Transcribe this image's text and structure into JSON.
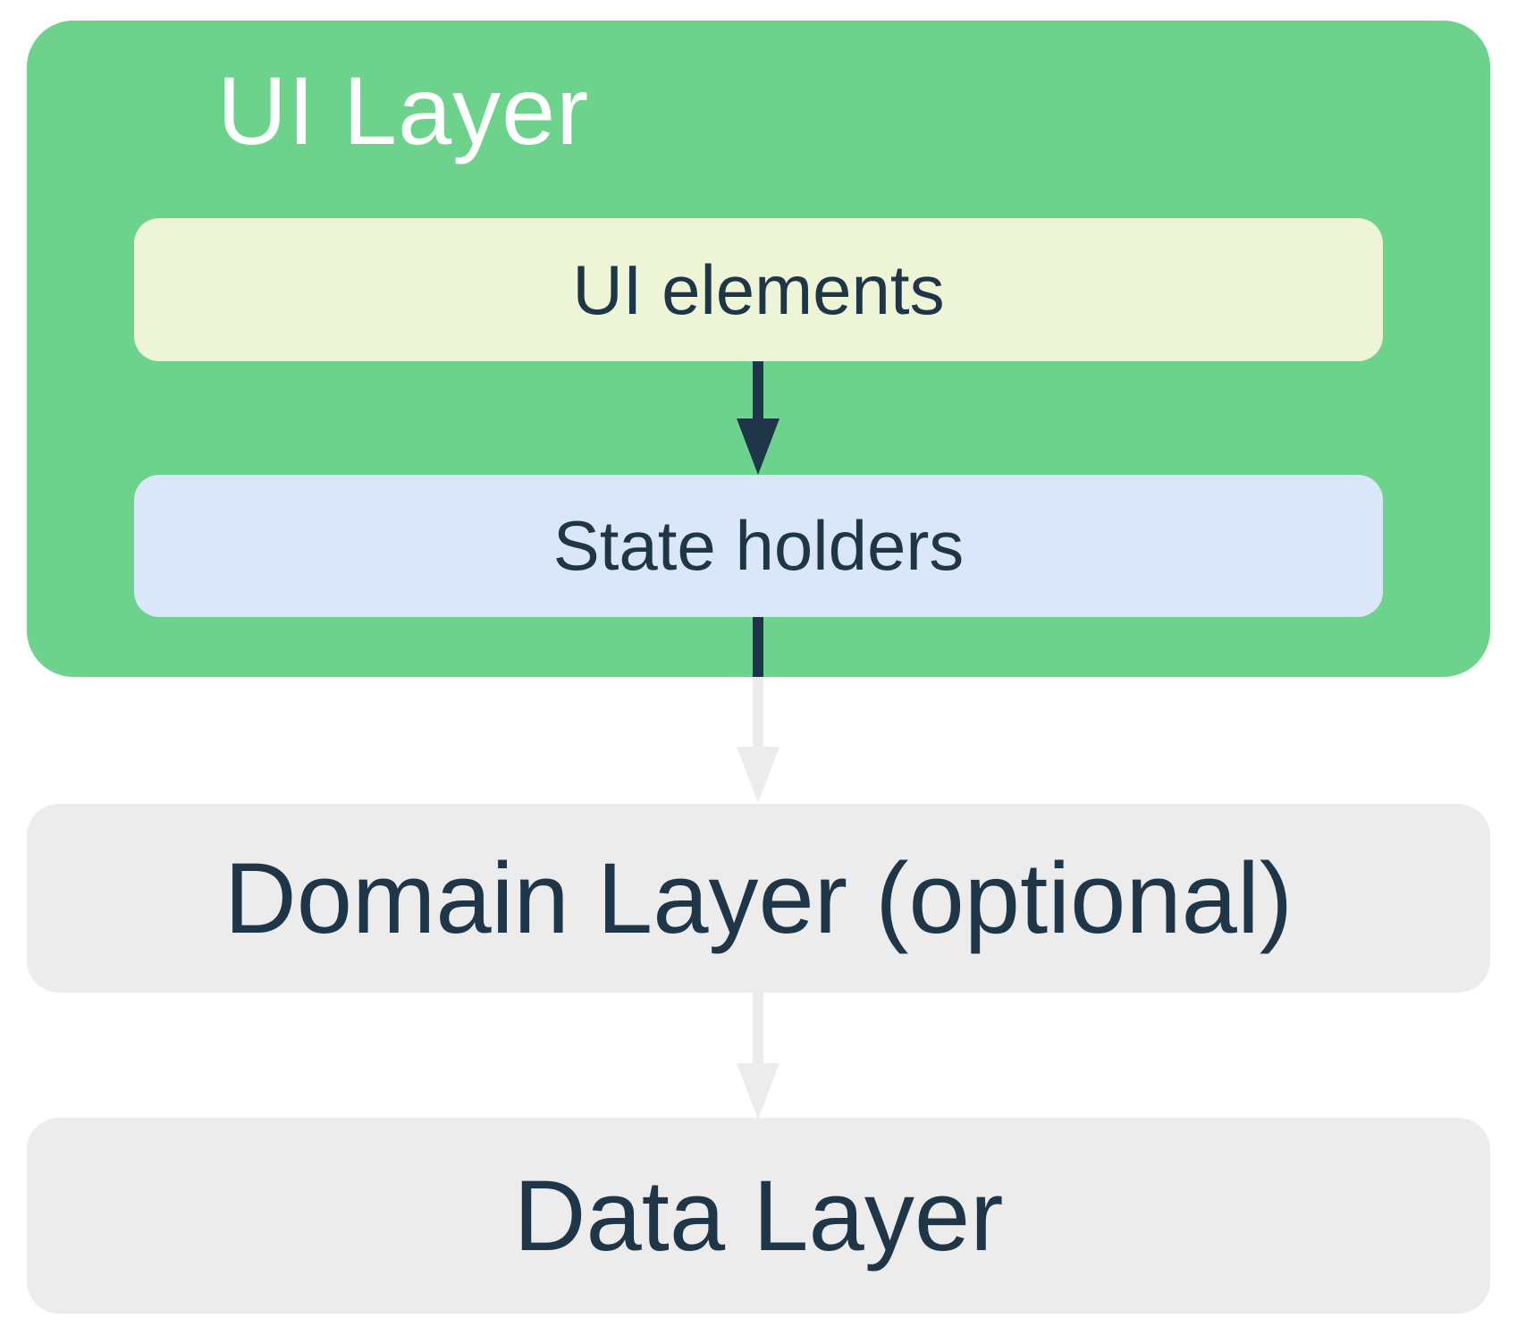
{
  "ui_layer": {
    "title": "UI Layer",
    "ui_elements_label": "UI elements",
    "state_holders_label": "State holders"
  },
  "domain_layer": {
    "label": "Domain Layer (optional)"
  },
  "data_layer": {
    "label": "Data Layer"
  },
  "icons": {
    "ui_elements_to_state_holders": "arrow-down",
    "state_holders_to_domain": "arrow-down",
    "domain_to_data": "arrow-down"
  },
  "colors": {
    "ui_layer_bg": "#6DD38C",
    "ui_layer_title_text": "#FFFFFF",
    "ui_elements_bg": "#EEF4D6",
    "state_holders_bg": "#D9E7F8",
    "layer_box_bg": "#ECECEC",
    "dark_text": "#1E3648",
    "dark_arrow": "#1E3648",
    "light_arrow": "#ECECEC"
  }
}
